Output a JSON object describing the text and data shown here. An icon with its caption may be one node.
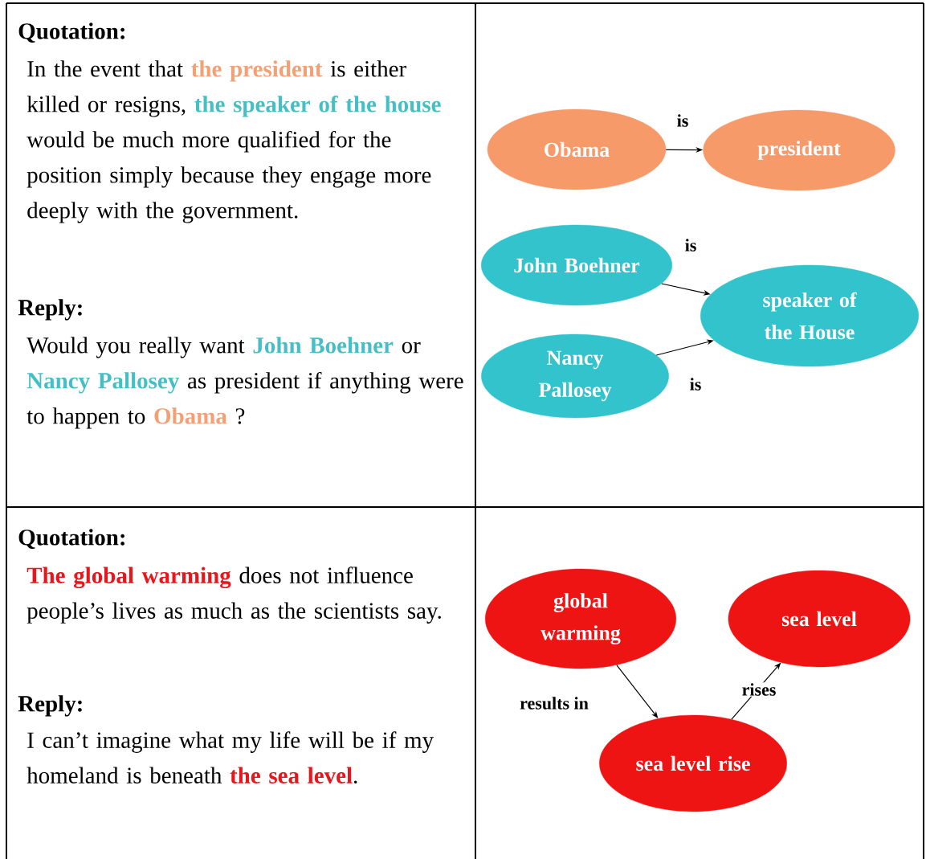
{
  "diagram": {
    "nodes": [
      {
        "text": [
          "Obama"
        ]
      },
      {
        "text": [
          "president"
        ]
      },
      {
        "text": [
          "John Boehner"
        ]
      },
      {
        "text": [
          "speaker of the House"
        ]
      },
      {
        "text": [
          "Nancy Pallosey"
        ]
      },
      {
        "text": [
          "global warming"
        ]
      },
      {
        "text": [
          "sea level"
        ]
      },
      {
        "text": [
          "sea level rise"
        ]
      }
    ],
    "edges": [
      {
        "from": 0,
        "to": 1,
        "arrow": "to",
        "label": "is"
      },
      {
        "from": 2,
        "to": 3,
        "arrow": "to",
        "label": "is"
      },
      {
        "from": 4,
        "to": 3,
        "arrow": "to",
        "label": "is"
      },
      {
        "from": 5,
        "to": 7,
        "arrow": "to",
        "label": "results in"
      },
      {
        "from": 7,
        "to": 6,
        "arrow": "to",
        "label": "rises"
      }
    ],
    "labels": [
      "Quotation:",
      "In the event that **the president** is either killed or resigns, **the speaker of the house** would be much more qualified for the position simply because they engage more deeply with the government.",
      "Reply:",
      "Would you really want **John Boehner** or **Nancy Pallosey** as president if anything were to happen to **Obama** ?",
      "Quotation:",
      "**The global warming** does not influence people’s lives as much as the scientists say.",
      "Reply:",
      "I can’t imagine what my life will be if my homeland is beneath **the sea level**."
    ]
  }
}
